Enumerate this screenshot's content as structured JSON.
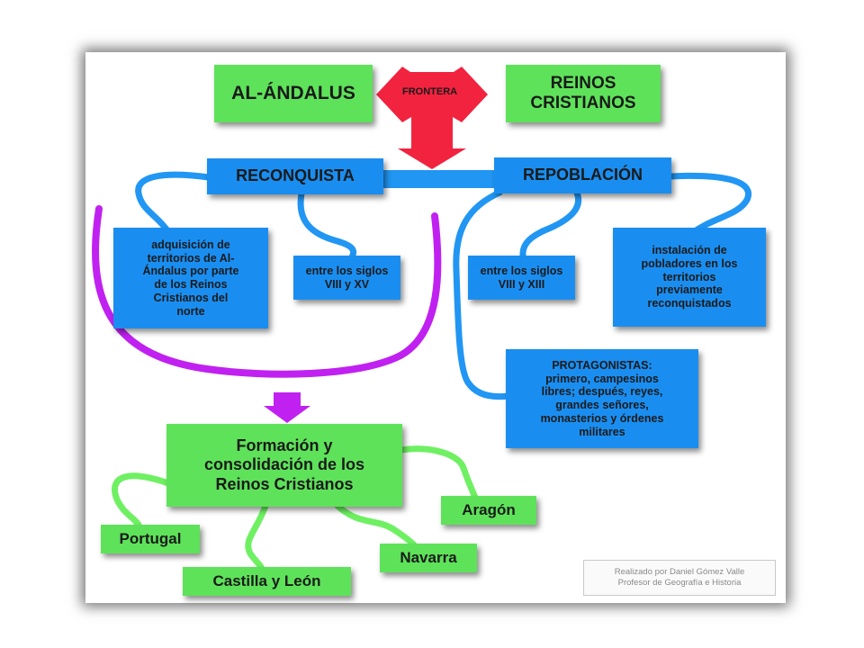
{
  "top": {
    "left_label": "AL-ÁNDALUS",
    "frontier_label": "FRONTERA",
    "right_label": "REINOS\nCRISTIANOS"
  },
  "branches": {
    "reconquista": "RECONQUISTA",
    "repoblacion": "REPOBLACIÓN"
  },
  "details": {
    "adquisicion": "adquisición de\nterritorios de Al-\nÁndalus por parte\nde los Reinos\nCristianos del\nnorte",
    "siglos_viii_xv": "entre los siglos\nVIII y XV",
    "siglos_viii_xiii": "entre los siglos\nVIII y XIII",
    "instalacion": "instalación de\npobladores en los\nterritorios\npreviamente\nreconquistados",
    "protagonistas": "PROTAGONISTAS:\nprimero, campesinos\nlibres; después, reyes,\ngrandes señores,\nmonasterios y órdenes\nmilitares"
  },
  "result": {
    "formacion": "Formación y\nconsolidación de los\nReinos Cristianos"
  },
  "kingdoms": {
    "portugal": "Portugal",
    "castilla": "Castilla y León",
    "navarra": "Navarra",
    "aragon": "Aragón"
  },
  "credit": {
    "line1": "Realizado por Daniel Gómez Valle",
    "line2": "Profesor de Geografía e Historia"
  },
  "colors": {
    "green": "#5ee25a",
    "blue": "#1a8ef0",
    "frontier_red": "#f2233f",
    "purple": "#c021f0",
    "connector_green": "#6ef062",
    "connector_blue": "#2196f3"
  }
}
